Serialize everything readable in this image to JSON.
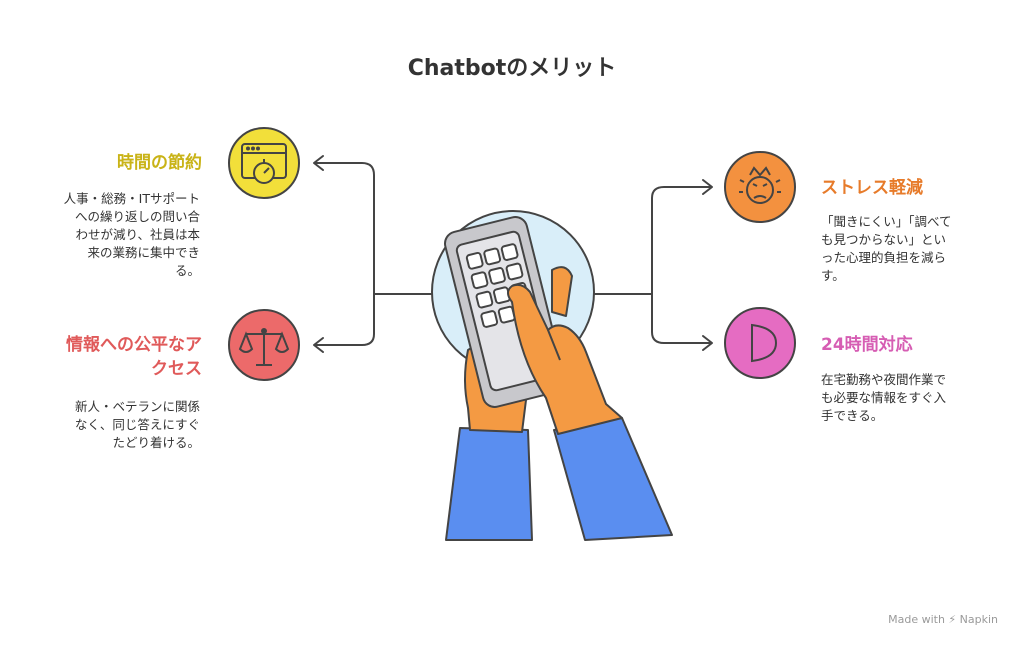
{
  "title": "Chatbotのメリット",
  "colors": {
    "yellow": "#f2df3a",
    "red": "#ec6a6a",
    "orange": "#f3913f",
    "pink": "#e56cc2",
    "blue": "#5a8ef0",
    "hand": "#f49a43",
    "stroke": "#444444"
  },
  "items": [
    {
      "icon": "stopwatch-icon",
      "heading": "時間の節約",
      "description": "人事・総務・ITサポート\nへの繰り返しの問い合\nわせが減り、社員は本\n来の業務に集中でき\nる。"
    },
    {
      "icon": "scales-icon",
      "heading": "情報への公平なア\nクセス",
      "description": "新人・ベテランに関係\nなく、同じ答えにすぐ\nたどり着ける。"
    },
    {
      "icon": "stressed-face-icon",
      "heading": "ストレス軽減",
      "description": "「聞きにくい」「調べて\nも見つからない」とい\nった心理的負担を減ら\nす。"
    },
    {
      "icon": "half-moon-icon",
      "heading": "24時間対応",
      "description": "在宅勤務や夜間作業で\nも必要な情報をすぐ入\n手できる。"
    }
  ],
  "footer": "Made with ⚡ Napkin"
}
